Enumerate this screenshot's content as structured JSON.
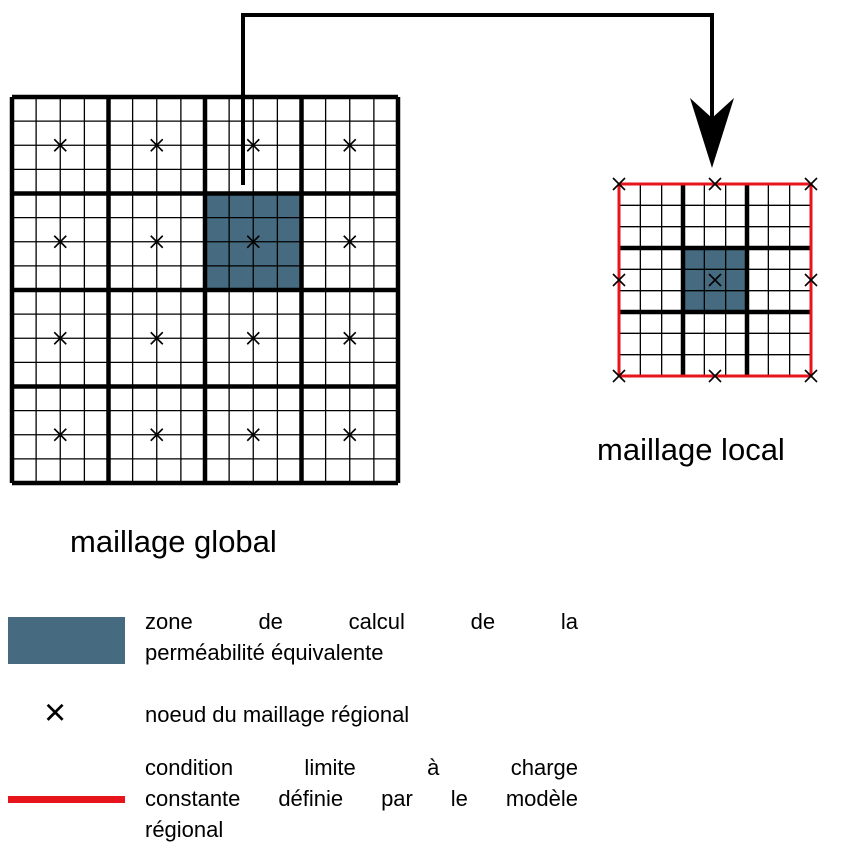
{
  "labels": {
    "global_mesh": "maillage global",
    "local_mesh": "maillage local"
  },
  "legend": {
    "zone": {
      "line1": "zone de calcul de la",
      "line2": "perméabilité équivalente",
      "color": "#466b80"
    },
    "node": {
      "symbol": "×",
      "text": "noeud du maillage régional"
    },
    "boundary": {
      "line1": "condition limite à charge",
      "line2": "constante définie par le modèle",
      "line3": "régional",
      "color": "#e8141c"
    }
  },
  "colors": {
    "zone_fill": "#466b80",
    "boundary_line": "#e8141c",
    "grid": "#000000"
  },
  "grids": {
    "global": {
      "coarse_cells": 4,
      "fine_per_coarse": 4,
      "highlight_cell": [
        2,
        1
      ]
    },
    "local": {
      "coarse_cells": 3,
      "fine_per_coarse": 3
    }
  }
}
